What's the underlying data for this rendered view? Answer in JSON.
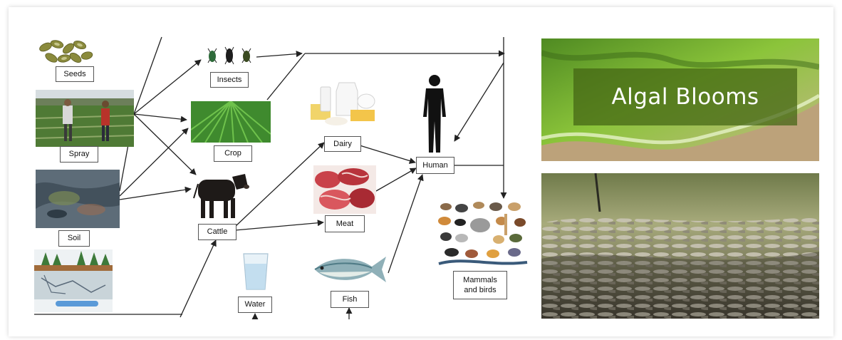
{
  "nodes": {
    "seeds": "Seeds",
    "insects": "Insects",
    "spray": "Spray",
    "crop": "Crop",
    "soil": "Soil",
    "cattle": "Cattle",
    "dairy": "Dairy",
    "meat": "Meat",
    "human": "Human",
    "water": "Water",
    "fish": "Fish",
    "mammals_line1": "Mammals",
    "mammals_line2": "and birds"
  },
  "photos": {
    "algae_title": "Algal Blooms"
  },
  "colors": {
    "arrow": "#222222",
    "box_border": "#555555",
    "algae_overlay": "#426414"
  }
}
